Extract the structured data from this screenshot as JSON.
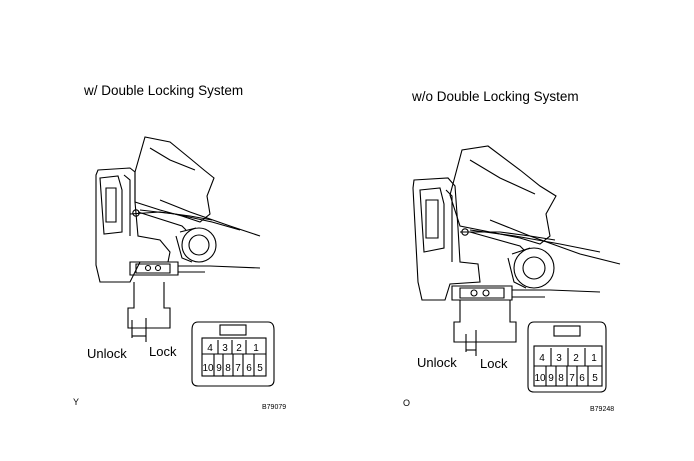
{
  "left": {
    "title": "w/ Double Locking System",
    "unlock": "Unlock",
    "lock": "Lock",
    "corner": "Y",
    "code": "B79079",
    "pins_top": [
      "4",
      "3",
      "2",
      "1"
    ],
    "pins_bottom": [
      "10",
      "9",
      "8",
      "7",
      "6",
      "5"
    ]
  },
  "right": {
    "title": "w/o Double Locking System",
    "unlock": "Unlock",
    "lock": "Lock",
    "corner": "O",
    "code": "B79248",
    "pins_top": [
      "4",
      "3",
      "2",
      "1"
    ],
    "pins_bottom": [
      "10",
      "9",
      "8",
      "7",
      "6",
      "5"
    ]
  }
}
